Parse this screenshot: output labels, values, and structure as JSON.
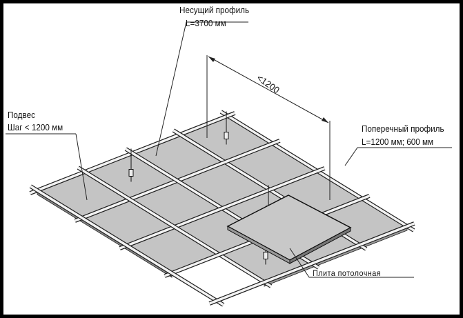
{
  "labels": {
    "main_profile": "Несущий профиль",
    "main_profile_length": "L=3700 мм",
    "hanger": "Подвес",
    "hanger_step": "Шаг < 1200 мм",
    "cross_profile": "Поперечный профиль",
    "cross_profile_length": "L=1200 мм; 600 мм",
    "tile": "Плита потолочная",
    "dimension": "<1200"
  }
}
